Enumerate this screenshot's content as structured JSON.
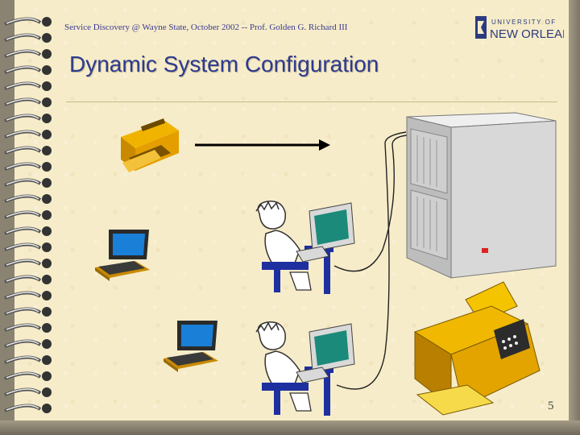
{
  "slide": {
    "header": "Service Discovery @ Wayne State, October 2002 -- Prof. Golden G. Richard III",
    "logo_line1": "UNIVERSITY OF",
    "logo_line2": "NEW ORLEANS",
    "title": "Dynamic System Configuration",
    "page_number": "5"
  },
  "colors": {
    "title": "#2d3a8f",
    "header": "#3a3a90",
    "background": "#f6ecc9",
    "printer_gold": "#e0a800",
    "laptop_screen": "#1a7fd6",
    "server": "#d8d8d8"
  },
  "icons": [
    "spiral-binding",
    "small-printer-icon",
    "arrow-icon",
    "laptop-icon",
    "user-at-computer-icon",
    "server-cabinet-icon",
    "large-printer-icon"
  ]
}
